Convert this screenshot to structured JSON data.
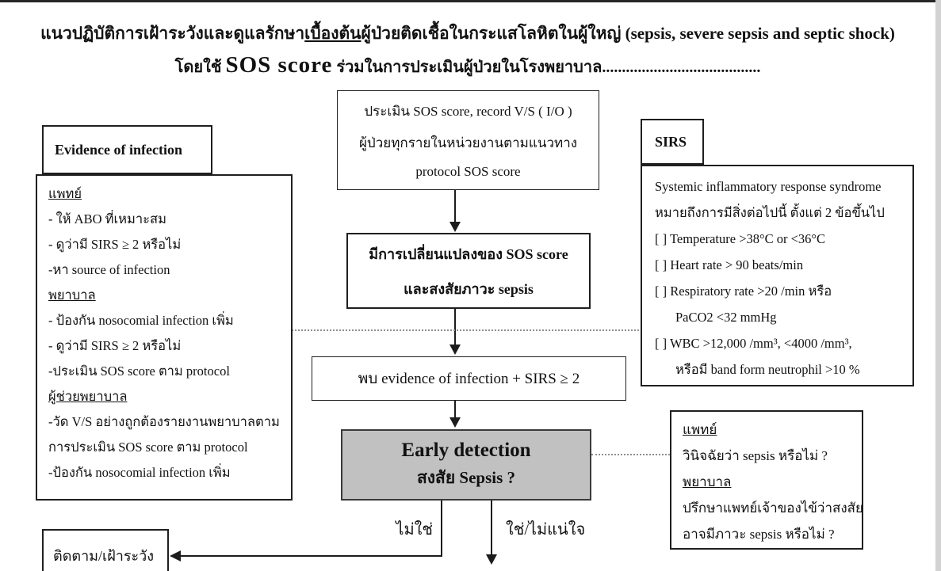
{
  "title": {
    "line1_before": "แนวปฏิบัติการเฝ้าระวังและดูแลรักษา",
    "line1_underlined": "เบื้องต้น",
    "line1_after": "ผู้ป่วยติดเชื้อในกระแสโลหิตในผู้ใหญ่",
    "line1_latin": " (sepsis, severe sepsis and septic shock)",
    "line2_before": "โดยใช้ ",
    "line2_emphasis": "SOS score",
    "line2_after": " ร่วมในการประเมินผู้ป่วยในโรงพยาบาล",
    "line2_dots": "........................................"
  },
  "flow": {
    "assess_box": {
      "lines": [
        "ประเมิน SOS score, record V/S ( I/O )",
        "ผู้ป่วยทุกรายในหน่วยงานตามแนวทาง",
        "protocol SOS score"
      ]
    },
    "change_box": {
      "lines": [
        "มีการเปลี่ยนแปลงของ SOS score",
        "และสงสัยภาวะ sepsis"
      ]
    },
    "found_box": {
      "text": "พบ evidence of infection  +  SIRS ≥ 2"
    },
    "early_box": {
      "line1": "Early detection",
      "line2": "สงสัย Sepsis ?",
      "fill": "#c1c1c1"
    },
    "follow_box": {
      "text": "ติดตาม/เฝ้าระวัง"
    },
    "no_label": "ไม่ใช่",
    "yes_label": "ใช่/ไม่แน่ใจ"
  },
  "evidence": {
    "header": "Evidence of  infection",
    "items": [
      {
        "text": "แพทย์"
      },
      {
        "text": "- ให้ ABO ที่เหมาะสม"
      },
      {
        "text": "- ดูว่ามี SIRS ≥ 2 หรือไม่"
      },
      {
        "text": "-หา  source of  infection"
      },
      {
        "text": "พยาบาล"
      },
      {
        "text": "- ป้องกัน nosocomial  infection เพิ่ม"
      },
      {
        "text": "- ดูว่ามี SIRS ≥ 2 หรือไม่"
      },
      {
        "text": "-ประเมิน SOS score ตาม protocol"
      },
      {
        "text": "ผู้ช่วยพยาบาล"
      },
      {
        "text": "-วัด V/S อย่างถูกต้องรายงานพยาบาลตาม"
      },
      {
        "text": "การประเมิน SOS score ตาม protocol"
      },
      {
        "text": "-ป้องกัน nosocomial  infection เพิ่ม"
      }
    ]
  },
  "sirs": {
    "header": "SIRS",
    "lines": [
      "Systemic inflammatory response syndrome",
      "หมายถึงการมีสิ่งต่อไปนี้  ตั้งแต่ 2 ข้อขึ้นไป",
      "[ ]  Temperature >38°C or <36°C",
      "[ ]  Heart rate > 90 beats/min",
      "[ ]  Respiratory rate >20 /min หรือ",
      "PaCO2 <32 mmHg",
      "[ ]  WBC >12,000 /mm³, <4000 /mm³,",
      "หรือมี band form neutrophil  >10 %"
    ]
  },
  "consult": {
    "items": [
      {
        "text": "แพทย์"
      },
      {
        "text": "วินิจฉัยว่า sepsis หรือไม่ ?"
      },
      {
        "text": "พยาบาล"
      },
      {
        "text": "ปรึกษาแพทย์เจ้าของไข้ว่าสงสัย"
      },
      {
        "text": "อาจมีภาวะ sepsis หรือไม่ ?"
      }
    ]
  }
}
